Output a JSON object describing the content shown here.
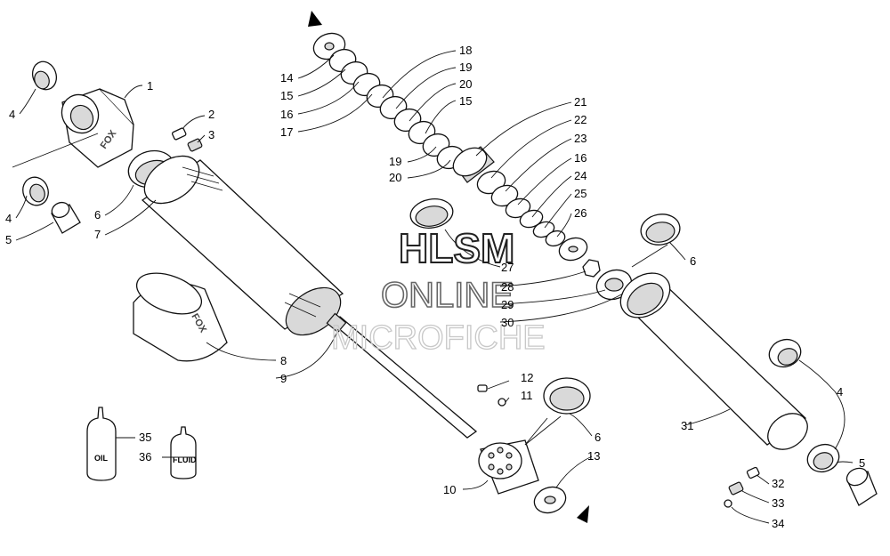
{
  "watermark": {
    "line1": "HLSM",
    "line2": "ONLINE",
    "line3": "MICROFICHE"
  },
  "bottles": {
    "oil_label": "OIL",
    "fluid_label": "FLUID"
  },
  "brand_mark": "FOX",
  "callouts": {
    "c1": "1",
    "c2": "2",
    "c3": "3",
    "c4a": "4",
    "c4b": "4",
    "c4c": "4",
    "c5a": "5",
    "c5b": "5",
    "c6a": "6",
    "c6b": "6",
    "c6c": "6",
    "c7": "7",
    "c8": "8",
    "c9": "9",
    "c10": "10",
    "c11": "11",
    "c12": "12",
    "c13": "13",
    "c14": "14",
    "c15a": "15",
    "c15b": "15",
    "c16a": "16",
    "c16b": "16",
    "c17": "17",
    "c18": "18",
    "c19a": "19",
    "c19b": "19",
    "c20a": "20",
    "c20b": "20",
    "c21": "21",
    "c22": "22",
    "c23": "23",
    "c24": "24",
    "c25": "25",
    "c26": "26",
    "c27": "27",
    "c28": "28",
    "c29": "29",
    "c30": "30",
    "c31": "31",
    "c32": "32",
    "c33": "33",
    "c34": "34",
    "c35": "35",
    "c36": "36"
  }
}
